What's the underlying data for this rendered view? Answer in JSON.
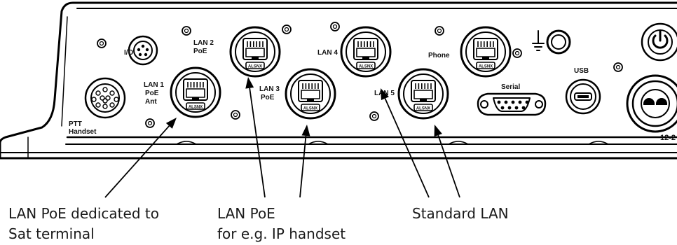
{
  "panel_labels": {
    "io": "I/O",
    "ptt": [
      "PTT",
      "Handset"
    ],
    "lan1": [
      "LAN 1",
      "PoE",
      "Ant"
    ],
    "lan2": [
      "LAN 2",
      "PoE"
    ],
    "lan3": [
      "LAN 3",
      "PoE"
    ],
    "lan4": "LAN 4",
    "lan5": "LAN 5",
    "phone": "Phone",
    "serial": "Serial",
    "usb": "USB",
    "dc": "12-2",
    "jack_tag": "ALSNX"
  },
  "callouts": {
    "lan_poe_sat": [
      "LAN PoE dedicated to",
      "Sat terminal"
    ],
    "lan_poe_ip": [
      "LAN PoE",
      "for e.g. IP handset"
    ],
    "standard_lan": "Standard LAN"
  }
}
